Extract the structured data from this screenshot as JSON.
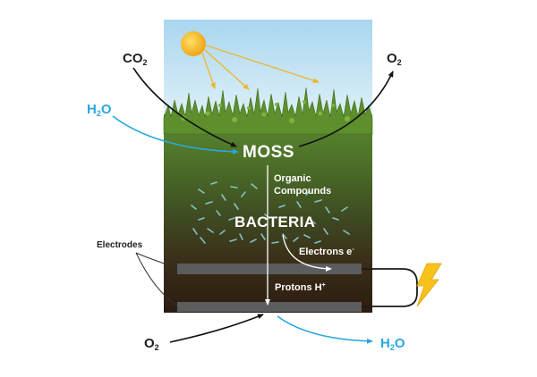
{
  "labels": {
    "co2_main": "CO",
    "co2_sub": "2",
    "o2_top_main": "O",
    "o2_top_sub": "2",
    "h2o_left_main": "H",
    "h2o_left_sub": "2",
    "h2o_left_tail": "O",
    "moss": "MOSS",
    "organic_line1": "Organic",
    "organic_line2": "Compounds",
    "bacteria": "BACTERIA",
    "electrons": "Electrons e",
    "electrons_sup": "-",
    "electrodes": "Electrodes",
    "protons": "Protons H",
    "protons_sup": "+",
    "o2_bottom_main": "O",
    "o2_bottom_sub": "2",
    "h2o_right_main": "H",
    "h2o_right_sub": "2",
    "h2o_right_tail": "O"
  },
  "colors": {
    "sky": "#bfe1f3",
    "moss_green": "#4e7a2a",
    "soil_dark": "#3b2616",
    "electrode": "#5a5c5e",
    "water_arrow": "#2aa8df",
    "sun": "#f2b31c",
    "lightning": "#f7c21a",
    "bacteria": "#8ad0d8"
  },
  "icons": {
    "sun": "sun-icon",
    "lightning": "lightning-bolt-icon"
  }
}
